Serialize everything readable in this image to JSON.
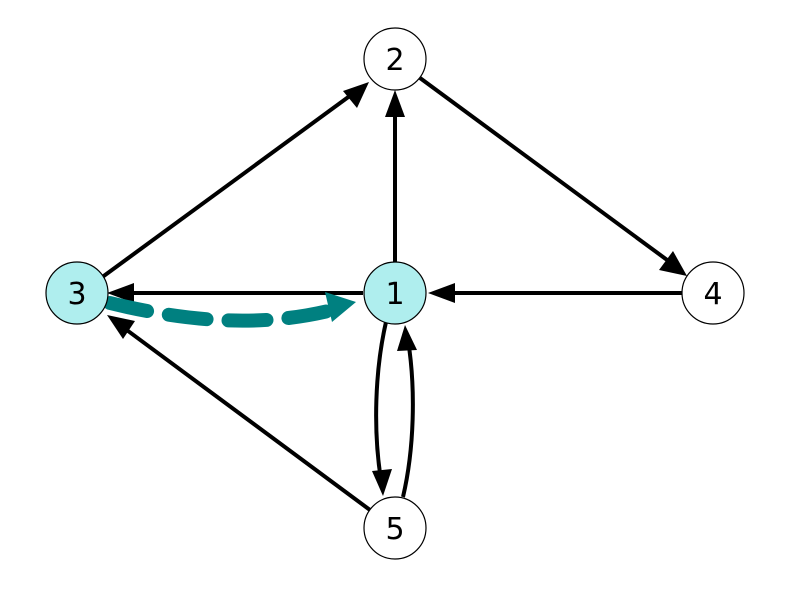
{
  "graph": {
    "nodes": [
      {
        "id": "1",
        "label": "1",
        "highlighted": true
      },
      {
        "id": "2",
        "label": "2",
        "highlighted": false
      },
      {
        "id": "3",
        "label": "3",
        "highlighted": true
      },
      {
        "id": "4",
        "label": "4",
        "highlighted": false
      },
      {
        "id": "5",
        "label": "5",
        "highlighted": false
      }
    ],
    "edges": [
      {
        "from": "3",
        "to": "2"
      },
      {
        "from": "1",
        "to": "2"
      },
      {
        "from": "2",
        "to": "4"
      },
      {
        "from": "1",
        "to": "3"
      },
      {
        "from": "4",
        "to": "1"
      },
      {
        "from": "5",
        "to": "3"
      },
      {
        "from": "1",
        "to": "5"
      },
      {
        "from": "5",
        "to": "1"
      }
    ],
    "highlighted_path": {
      "from": "3",
      "to": "1",
      "style": "dashed"
    }
  },
  "colors": {
    "highlight_node_fill": "#afeeee",
    "node_fill": "#ffffff",
    "edge": "#000000",
    "highlight_edge": "#008080"
  }
}
